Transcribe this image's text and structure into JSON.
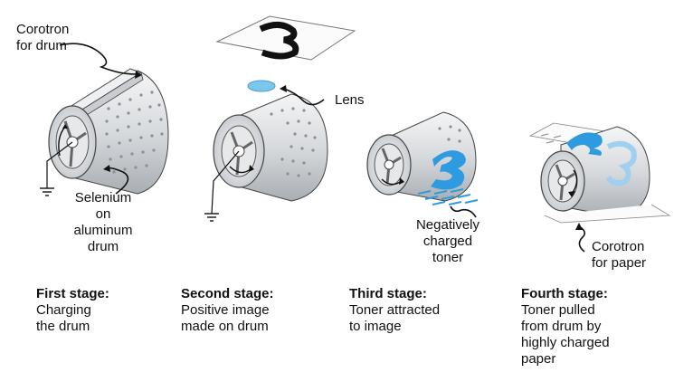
{
  "labels": {
    "corotron_drum": [
      "Corotron",
      "for drum"
    ],
    "lens": "Lens",
    "selenium": [
      "Selenium",
      "on",
      "aluminum",
      "drum"
    ],
    "toner": [
      "Negatively",
      "charged",
      "toner"
    ],
    "corotron_paper": [
      "Corotron",
      "for paper"
    ],
    "paper_glyph": "3"
  },
  "stages": [
    {
      "title": "First stage:",
      "lines": [
        "Charging",
        "the drum"
      ]
    },
    {
      "title": "Second stage:",
      "lines": [
        "Positive image",
        "made on drum"
      ]
    },
    {
      "title": "Third stage:",
      "lines": [
        "Toner attracted",
        "to image"
      ]
    },
    {
      "title": "Fourth stage:",
      "lines": [
        "Toner pulled",
        "from drum by",
        "highly charged",
        "paper"
      ]
    }
  ],
  "colors": {
    "drum": "#d9dcdf",
    "toner": "#2e9be0",
    "lens": "#7cc6ec",
    "outline": "#333333"
  }
}
